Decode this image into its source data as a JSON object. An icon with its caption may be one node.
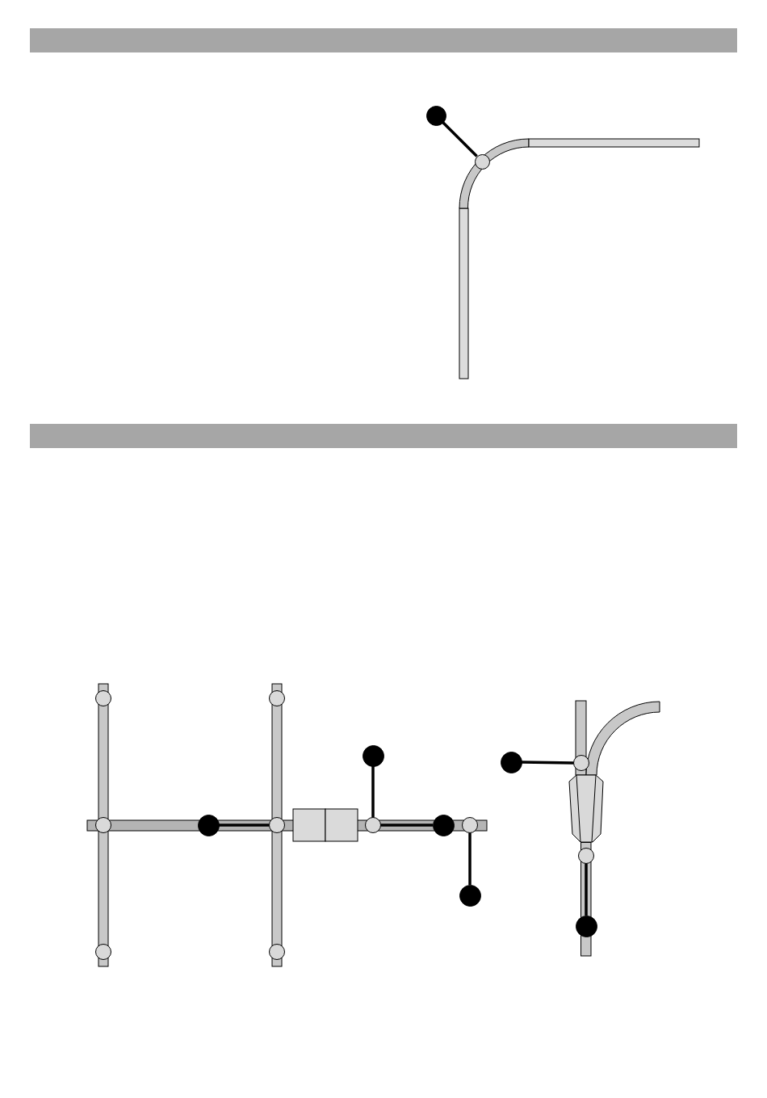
{
  "diagram": {
    "nodes": [
      {
        "text": [],
        "shape": "circle"
      },
      {
        "text": [],
        "shape": "circle"
      },
      {
        "text": [],
        "shape": "circle"
      },
      {
        "text": [],
        "shape": "circle"
      },
      {
        "text": [],
        "shape": "circle"
      },
      {
        "text": [],
        "shape": "circle"
      },
      {
        "text": [],
        "shape": "circle"
      },
      {
        "text": [],
        "shape": "circle"
      },
      {
        "text": [],
        "shape": "circle"
      },
      {
        "text": [],
        "shape": "circle"
      },
      {
        "text": [],
        "shape": "circle"
      },
      {
        "text": [],
        "shape": "circle"
      },
      {
        "text": [],
        "shape": "circle"
      }
    ],
    "edges": [
      {
        "from": 0,
        "to": 1,
        "arrow": "none"
      },
      {
        "from": 2,
        "to": 3,
        "arrow": "none"
      },
      {
        "from": 4,
        "to": 5,
        "arrow": "none"
      },
      {
        "from": 6,
        "to": 5,
        "arrow": "none"
      },
      {
        "from": 8,
        "to": 7,
        "arrow": "none"
      },
      {
        "from": 9,
        "to": 10,
        "arrow": "none"
      },
      {
        "from": 12,
        "to": 11,
        "arrow": "none"
      }
    ]
  }
}
